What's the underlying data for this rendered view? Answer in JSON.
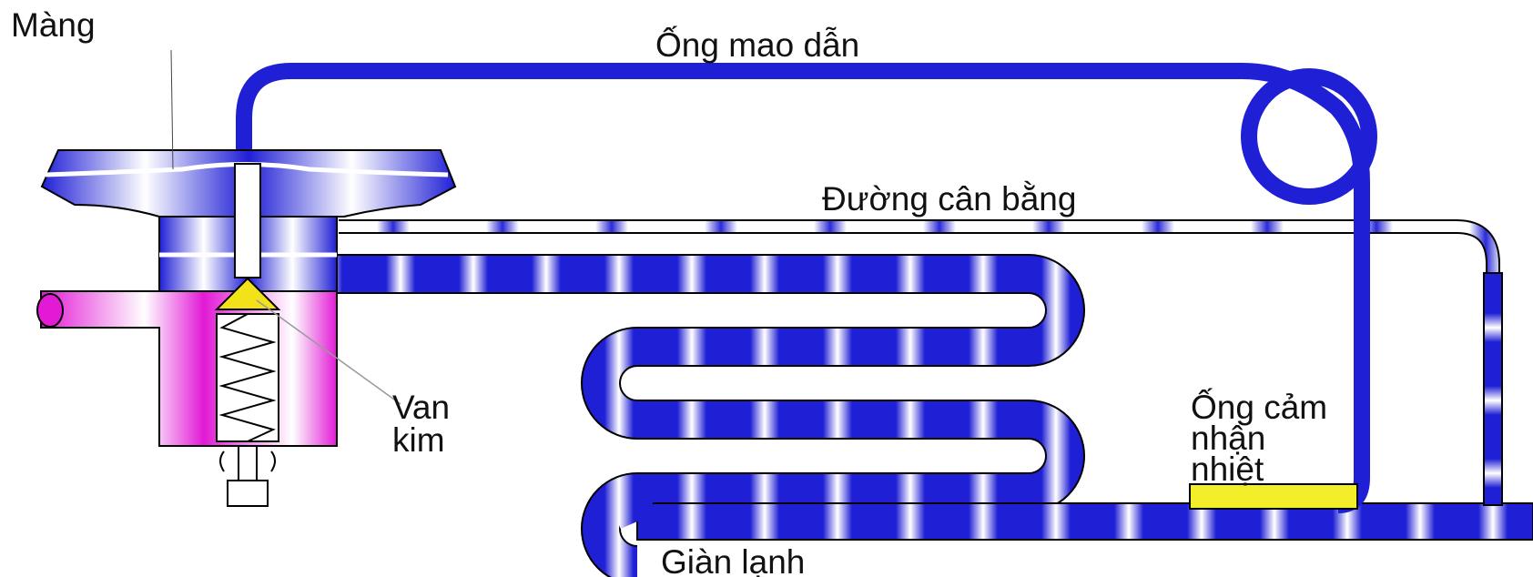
{
  "labels": {
    "diaphragm": "Màng",
    "capillary_tube": "Ống mao dẫn",
    "equalizer_line": "Đường cân bằng",
    "needle_valve_line1": "Van",
    "needle_valve_line2": "kim",
    "sensing_bulb_line1": "Ống cảm",
    "sensing_bulb_line2": "nhận",
    "sensing_bulb_line3": "nhiệt",
    "evaporator": "Giàn lạnh"
  },
  "colors": {
    "pipe_blue": "#1f1fd6",
    "valve_body_magenta": "#e21ad6",
    "needle_yellow": "#f2e21a",
    "sensing_bulb_yellow": "#f2ef2a",
    "outline": "#000000"
  }
}
